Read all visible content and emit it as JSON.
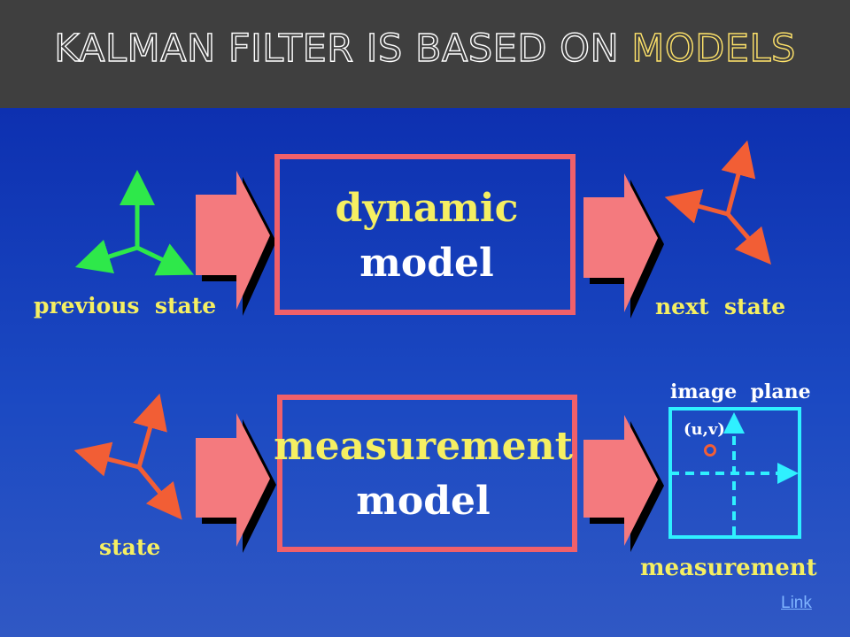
{
  "header": {
    "title_main": "KALMAN FILTER IS BASED ON ",
    "title_highlight": "MODELS"
  },
  "diagram": {
    "top_row": {
      "left_label": "previous  state",
      "box_line1": "dynamic",
      "box_line2": "model",
      "right_label": "next  state"
    },
    "bottom_row": {
      "left_label": "state",
      "box_line1": "measurement",
      "box_line2": "model",
      "plane_label": "image  plane",
      "point_label": "(u,v)",
      "right_label": "measurement"
    }
  },
  "footer": {
    "link_label": "Link"
  },
  "colors": {
    "header_bg": "#3f3f3f",
    "highlight": "#ffe36a",
    "slide_blue": "#1b49c2",
    "label_yellow": "#f5ef62",
    "box_red": "#f0606a",
    "arrow_pink": "#f47a7e",
    "axes_green": "#2ee84a",
    "axes_orange": "#f25e35",
    "plane_cyan": "#2ff0ff"
  }
}
